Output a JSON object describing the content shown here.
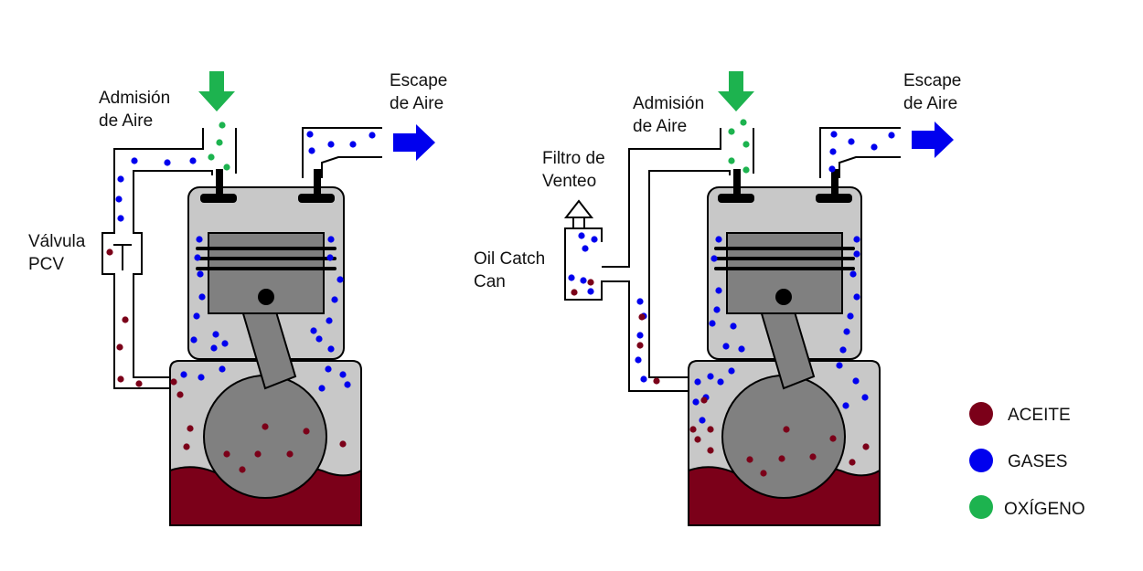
{
  "left_diagram": {
    "intake_label": [
      "Admisión",
      "de Aire"
    ],
    "exhaust_label": [
      "Escape",
      "de Aire"
    ],
    "valve_label": [
      "Válvula",
      "PCV"
    ]
  },
  "right_diagram": {
    "intake_label": [
      "Admisión",
      "de Aire"
    ],
    "exhaust_label": [
      "Escape",
      "de Aire"
    ],
    "filter_label": [
      "Filtro de",
      "Venteo"
    ],
    "catch_can_label": [
      "Oil Catch",
      "Can"
    ]
  },
  "legend": [
    {
      "label": "ACEITE",
      "color": "#7b0019"
    },
    {
      "label": "GASES",
      "color": "#0000ee"
    },
    {
      "label": "OXÍGENO",
      "color": "#1db34f"
    }
  ],
  "colors": {
    "oil": "#7b0019",
    "gas": "#0000ee",
    "oxygen": "#1db34f",
    "engine_body": "#c8c8c8",
    "piston": "#808080"
  },
  "icons": {
    "intake_arrow": "down-arrow-icon",
    "exhaust_arrow": "right-arrow-icon",
    "vent_filter": "up-arrow-outline-icon"
  }
}
